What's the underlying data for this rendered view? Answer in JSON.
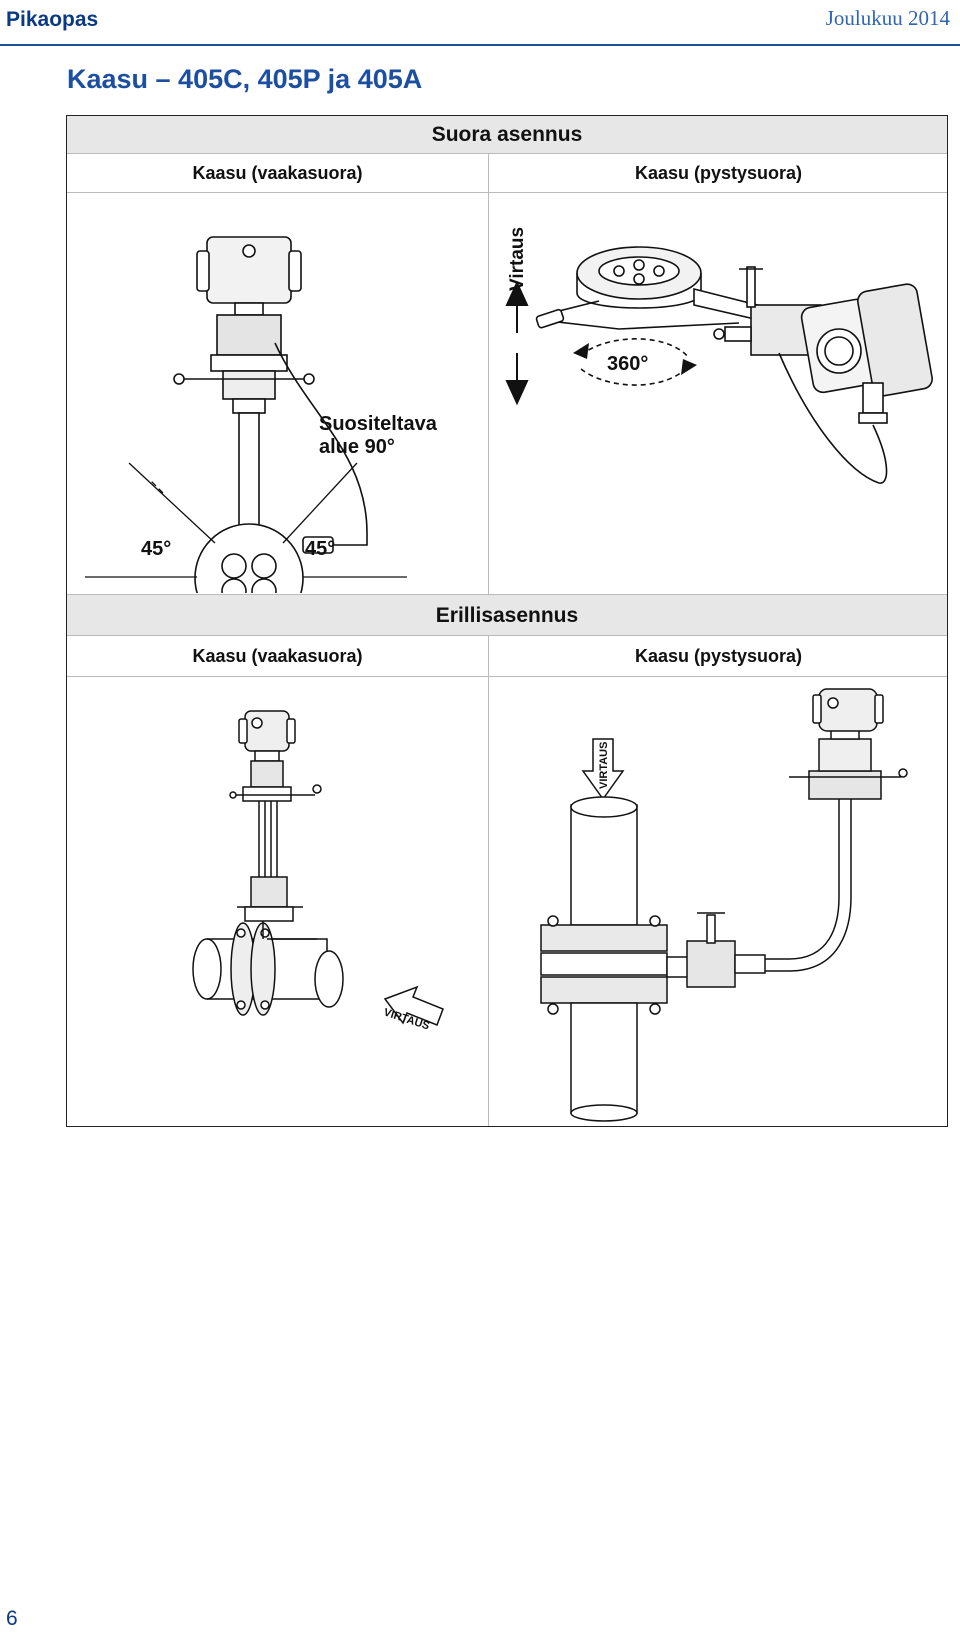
{
  "header": {
    "left": "Pikaopas",
    "right": "Joulukuu 2014"
  },
  "title": "Kaasu – 405C, 405P ja 405A",
  "direct": {
    "heading": "Suora asennus",
    "col_left": "Kaasu (vaakasuora)",
    "col_right": "Kaasu (pystysuora)",
    "label_range_1": "Suositeltava",
    "label_range_2": "alue 90°",
    "angle_left": "45°",
    "angle_right": "45°",
    "flow": "Virtaus",
    "rotation": "360°"
  },
  "remote": {
    "heading": "Erillisasennus",
    "col_left": "Kaasu (vaakasuora)",
    "col_right": "Kaasu (pystysuora)",
    "flow_vertical": "VIRTAUS",
    "flow_horizontal": "VIRTAUS"
  },
  "page_number": "6"
}
